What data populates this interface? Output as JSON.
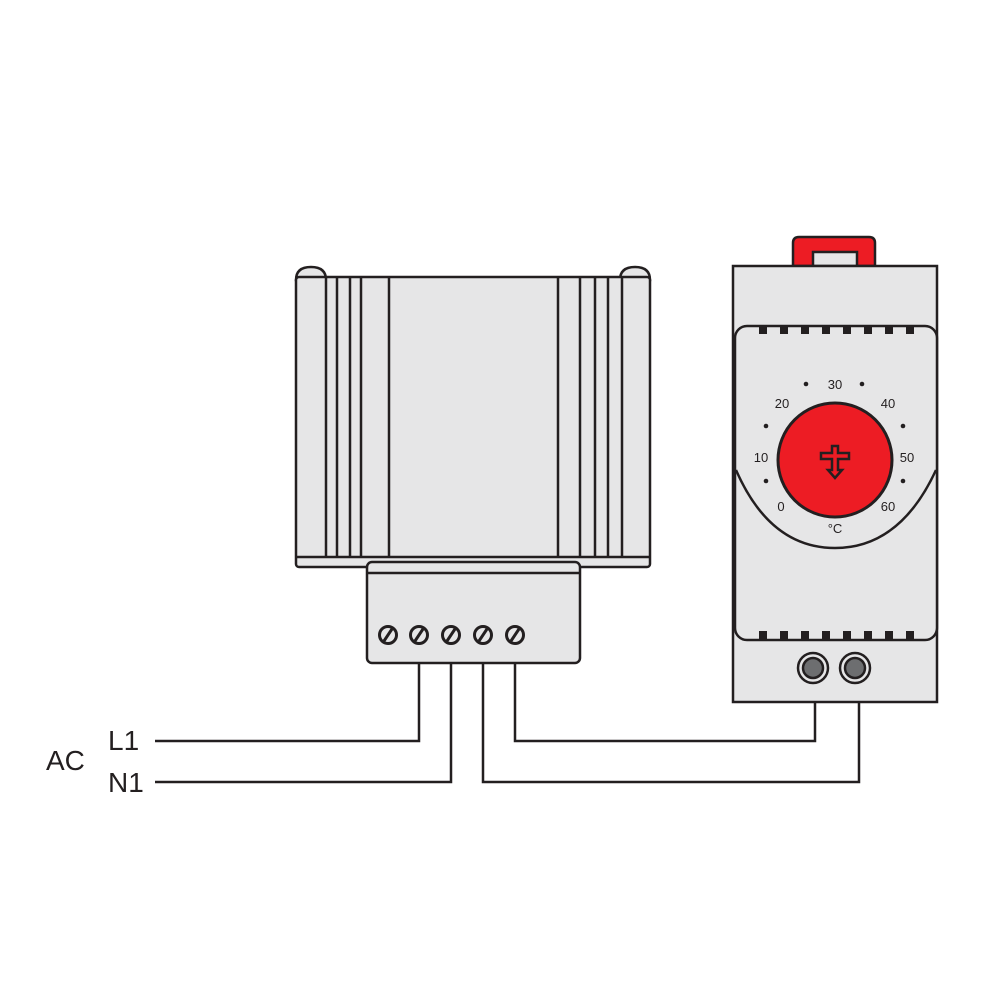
{
  "labels": {
    "ac": "AC",
    "l1": "L1",
    "n1": "N1"
  },
  "thermostat": {
    "scale": [
      "0",
      "10",
      "20",
      "30",
      "40",
      "50",
      "60"
    ],
    "unit": "°C"
  },
  "colors": {
    "body": "#e6e6e7",
    "stroke": "#231f20",
    "knob": "#ed1c24",
    "button": "#6d6e70"
  }
}
